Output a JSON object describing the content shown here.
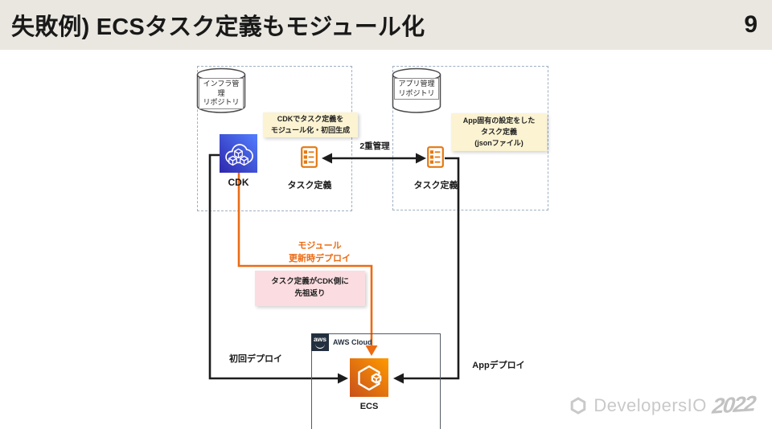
{
  "header": {
    "title": "失敗例) ECSタスク定義もモジュール化",
    "page_number": "9"
  },
  "diagram": {
    "infra_repo_label": "インフラ管理\nリポジトリ",
    "app_repo_label": "アプリ管理\nリポジトリ",
    "cdk_note": "CDKでタスク定義を\nモジュール化・初回生成",
    "app_note": "App固有の設定をした\nタスク定義\n(jsonファイル)",
    "cdk_label": "CDK",
    "task_def_left_label": "タスク定義",
    "task_def_right_label": "タスク定義",
    "double_management_label": "2重管理",
    "module_deploy_label": "モジュール\n更新時デプロイ",
    "regression_note": "タスク定義がCDK側に\n先祖返り",
    "aws_logo_text": "aws",
    "aws_cloud_label": "AWS Cloud",
    "ecs_label": "ECS",
    "initial_deploy_label": "初回デプロイ",
    "app_deploy_label": "Appデプロイ"
  },
  "footer": {
    "brand": "DevelopersIO",
    "year": "2022"
  },
  "colors": {
    "header_bg": "#EAE7E1",
    "note_yellow": "#FBF3D2",
    "note_pink": "#FBDCE0",
    "accent_orange": "#EC6B13",
    "task_def_orange": "#E47911",
    "cdk_blue_dark": "#2E27AD",
    "cdk_blue_light": "#527FFF",
    "ecs_orange_dark": "#C8511B",
    "ecs_orange_light": "#FF9900",
    "aws_navy": "#232F3E",
    "line_black": "#1c1c1c"
  }
}
